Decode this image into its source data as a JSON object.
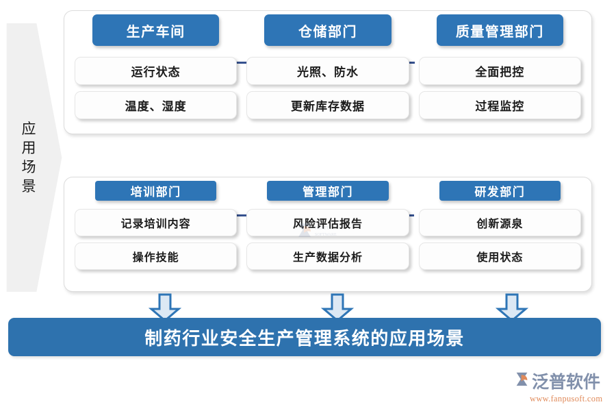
{
  "colors": {
    "chip_blue": "#2E75B6",
    "banner_blue": "#2E72AE",
    "rule_navy": "#36528F",
    "panel_grey": "#F0F0F0",
    "logo_blue_grey": "#8190AB",
    "logo_orange": "#E08A5A"
  },
  "side_label": {
    "name": "应用场景",
    "chars": [
      "应",
      "用",
      "场",
      "景"
    ]
  },
  "panels": [
    {
      "id": "top",
      "columns": [
        {
          "header": "生产车间",
          "items": [
            "运行状态",
            "温度、湿度"
          ]
        },
        {
          "header": "仓储部门",
          "items": [
            "光照、防水",
            "更新库存数据"
          ]
        },
        {
          "header": "质量管理部门",
          "items": [
            "全面把控",
            "过程监控"
          ]
        }
      ]
    },
    {
      "id": "bottom",
      "columns": [
        {
          "header": "培训部门",
          "items": [
            "记录培训内容",
            "操作技能"
          ]
        },
        {
          "header": "管理部门",
          "items": [
            "风险评估报告",
            "生产数据分析"
          ]
        },
        {
          "header": "研发部门",
          "items": [
            "创新源泉",
            "使用状态"
          ]
        }
      ]
    }
  ],
  "arrows": [
    {
      "name": "arrow-down-1"
    },
    {
      "name": "arrow-down-2"
    },
    {
      "name": "arrow-down-3"
    }
  ],
  "banner": {
    "title": "制药行业安全生产管理系统的应用场景"
  },
  "logo": {
    "brand": "泛普软件",
    "url": "www.fanpusoft.com"
  }
}
